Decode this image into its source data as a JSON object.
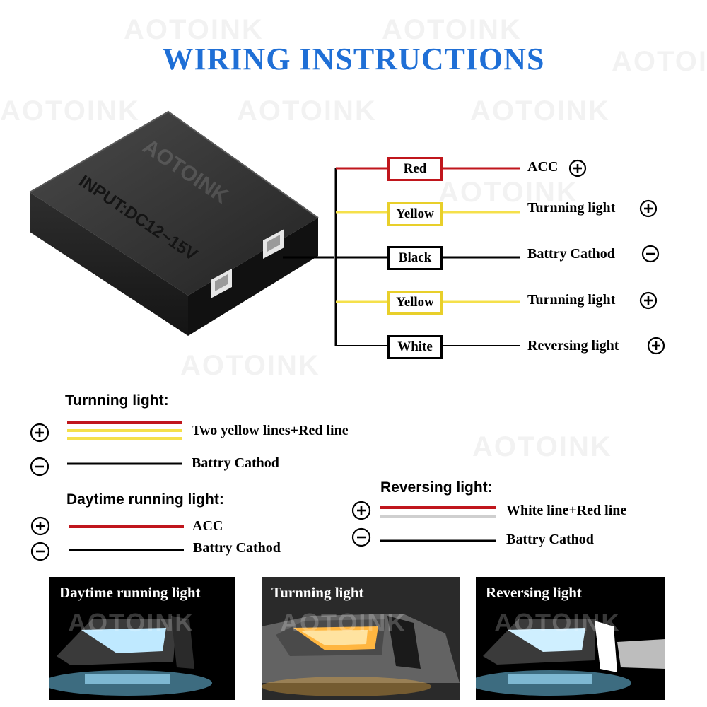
{
  "watermark": "AOTOINK",
  "title": "WIRING INSTRUCTIONS",
  "box_text": {
    "brand": "AOTOINK",
    "input": "INPUT:DC12~15V"
  },
  "wires": [
    {
      "label": "Red",
      "desc": "ACC",
      "sign": "plus",
      "color": "#c0161c"
    },
    {
      "label": "Yellow",
      "desc": "Turnning light",
      "sign": "plus",
      "color": "#f5e04a"
    },
    {
      "label": "Black",
      "desc": "Battry Cathod",
      "sign": "minus",
      "color": "#000000"
    },
    {
      "label": "Yellow",
      "desc": "Turnning light",
      "sign": "plus",
      "color": "#f5e04a"
    },
    {
      "label": "White",
      "desc": "Reversing light",
      "sign": "plus",
      "color": "#e8e8e8"
    }
  ],
  "legend": {
    "turning": {
      "heading": "Turnning light:",
      "plus_text": "Two yellow lines+Red line",
      "minus_text": "Battry Cathod"
    },
    "daytime": {
      "heading": "Daytime running light:",
      "plus_text": "ACC",
      "minus_text": "Battry Cathod"
    },
    "reversing": {
      "heading": "Reversing light:",
      "plus_text": "White line+Red line",
      "minus_text": "Battry Cathod"
    }
  },
  "photos": [
    {
      "caption": "Daytime running light",
      "glow": "#bfe9ff"
    },
    {
      "caption": "Turnning light",
      "glow": "#ffb640"
    },
    {
      "caption": "Reversing light",
      "glow": "#cfefff"
    }
  ],
  "colors": {
    "title": "#1f6fd6",
    "red": "#c0161c",
    "yellow": "#f5e04a",
    "black": "#000000"
  }
}
